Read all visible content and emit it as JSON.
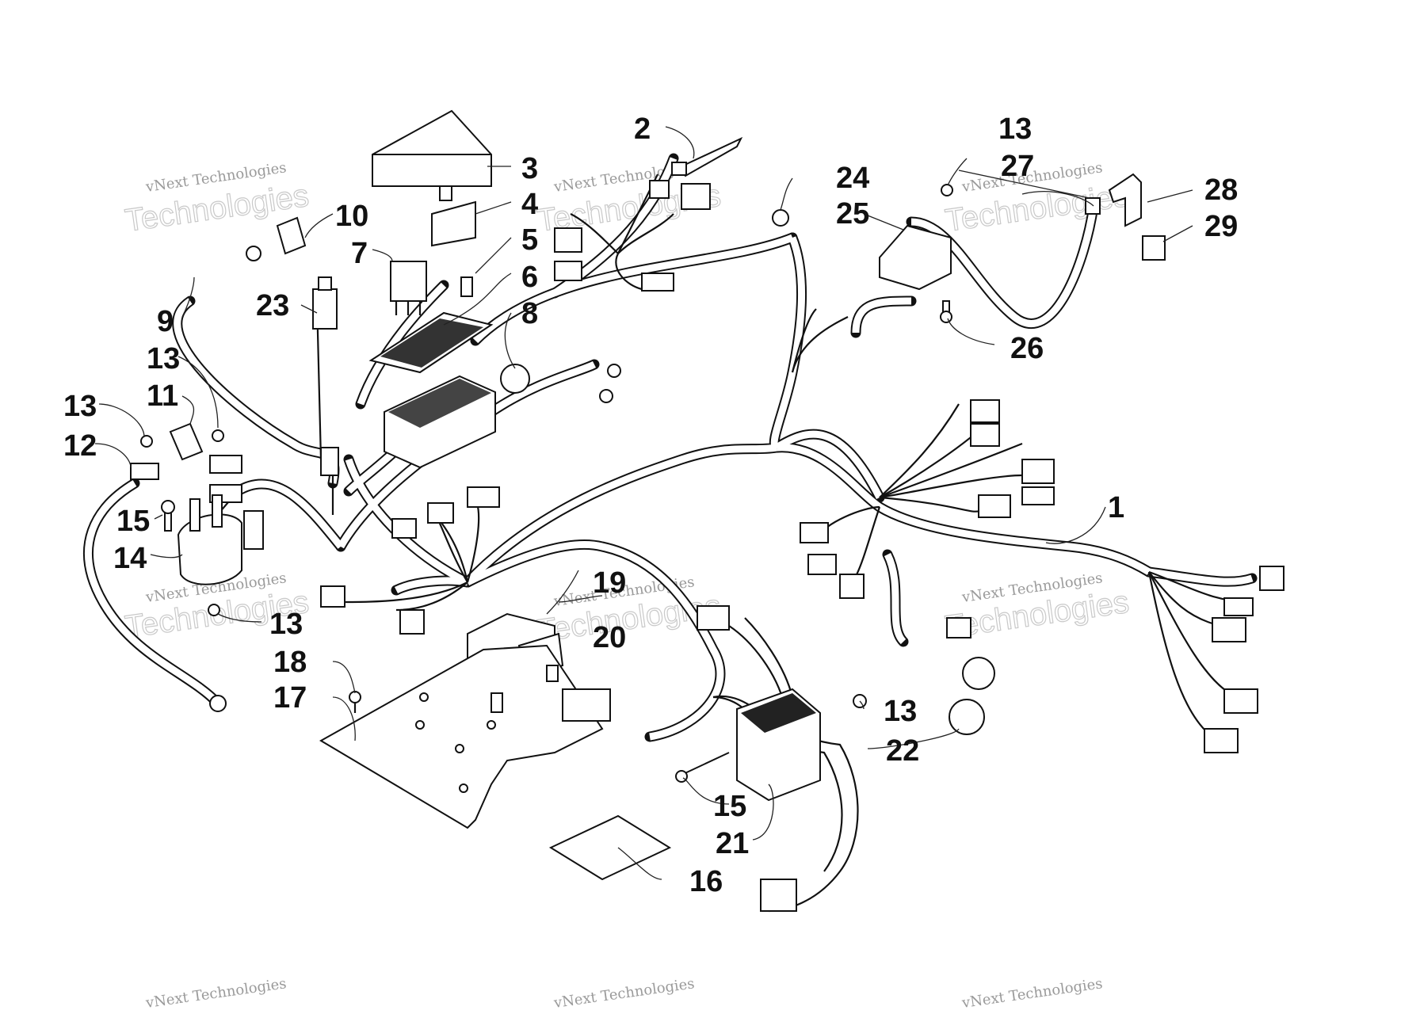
{
  "diagram": {
    "watermark": {
      "small_text": "vNext Technologies",
      "big_text": "Technologies"
    },
    "callouts": [
      {
        "id": "c1",
        "label": "1"
      },
      {
        "id": "c2",
        "label": "2"
      },
      {
        "id": "c3",
        "label": "3"
      },
      {
        "id": "c4",
        "label": "4"
      },
      {
        "id": "c5",
        "label": "5"
      },
      {
        "id": "c6",
        "label": "6"
      },
      {
        "id": "c7",
        "label": "7"
      },
      {
        "id": "c8",
        "label": "8"
      },
      {
        "id": "c9",
        "label": "9"
      },
      {
        "id": "c10",
        "label": "10"
      },
      {
        "id": "c11",
        "label": "11"
      },
      {
        "id": "c12",
        "label": "12"
      },
      {
        "id": "c13a",
        "label": "13"
      },
      {
        "id": "c13b",
        "label": "13"
      },
      {
        "id": "c13c",
        "label": "13"
      },
      {
        "id": "c13d",
        "label": "13"
      },
      {
        "id": "c13e",
        "label": "13"
      },
      {
        "id": "c14",
        "label": "14"
      },
      {
        "id": "c15a",
        "label": "15"
      },
      {
        "id": "c15b",
        "label": "15"
      },
      {
        "id": "c16",
        "label": "16"
      },
      {
        "id": "c17",
        "label": "17"
      },
      {
        "id": "c18",
        "label": "18"
      },
      {
        "id": "c19",
        "label": "19"
      },
      {
        "id": "c20",
        "label": "20"
      },
      {
        "id": "c21",
        "label": "21"
      },
      {
        "id": "c22",
        "label": "22"
      },
      {
        "id": "c23",
        "label": "23"
      },
      {
        "id": "c24",
        "label": "24"
      },
      {
        "id": "c25",
        "label": "25"
      },
      {
        "id": "c26",
        "label": "26"
      },
      {
        "id": "c27",
        "label": "27"
      },
      {
        "id": "c28",
        "label": "28"
      },
      {
        "id": "c29",
        "label": "29"
      }
    ]
  }
}
